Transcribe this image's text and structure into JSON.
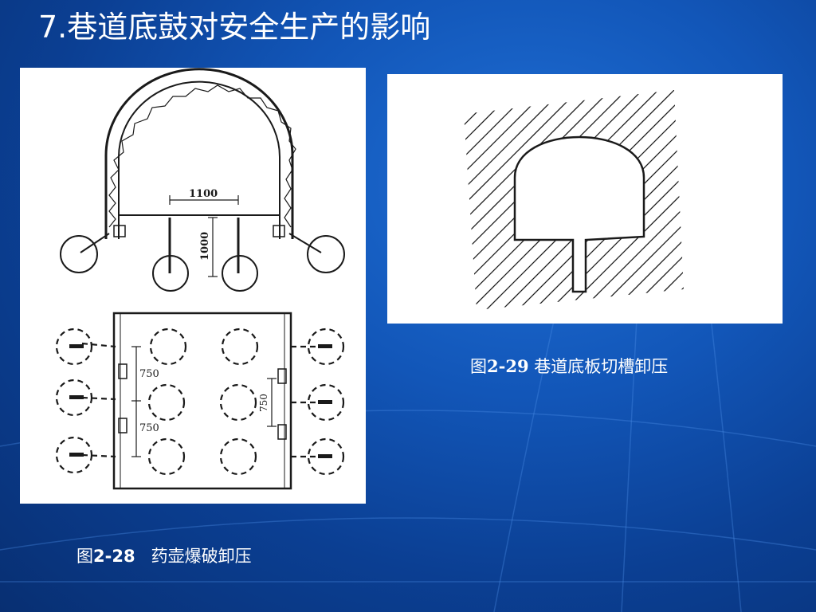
{
  "slide": {
    "title": "7.巷道底鼓对安全生产的影响"
  },
  "figure_28": {
    "caption_prefix": "图",
    "caption_number": "2-28",
    "caption_text": "药壶爆破卸压",
    "labels": {
      "dim_width": "1100",
      "dim_depth": "1000",
      "dim_spacing_1": "750",
      "dim_spacing_2": "750",
      "dim_spacing_3": "750"
    }
  },
  "figure_29": {
    "caption_prefix": "图",
    "caption_number": "2-29",
    "caption_text": "巷道底板切槽卸压"
  }
}
